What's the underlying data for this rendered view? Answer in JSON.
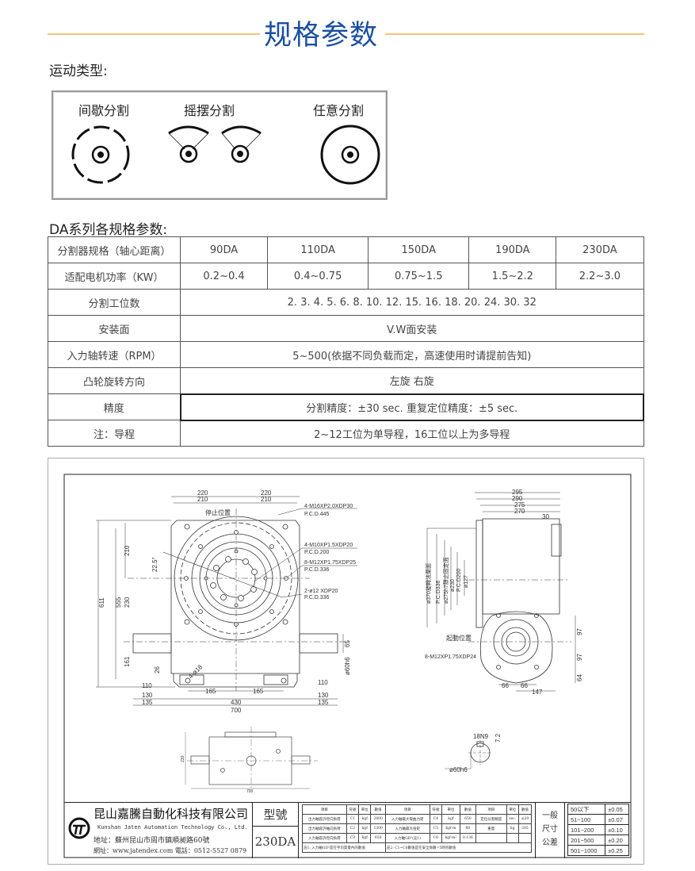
{
  "header": {
    "title": "规格参数",
    "accent": "#f6c27a",
    "title_color": "#1b4fa0"
  },
  "motion": {
    "label": "运动类型:",
    "types": [
      "间歇分割",
      "摇摆分割",
      "任意分割"
    ]
  },
  "spec": {
    "label": "DA系列各规格参数:",
    "rows": [
      {
        "h": "分割器规格（轴心距离）",
        "v": [
          "90DA",
          "110DA",
          "150DA",
          "190DA",
          "230DA"
        ]
      },
      {
        "h": "适配电机功率（KW）",
        "v": [
          "0.2~0.4",
          "0.4~0.75",
          "0.75~1.5",
          "1.5~2.2",
          "2.2~3.0"
        ]
      },
      {
        "h": "分割工位数",
        "v": [
          "2. 3. 4. 5. 6. 8. 10. 12. 15. 16. 18. 20. 24. 30. 32"
        ]
      },
      {
        "h": "安装面",
        "v": [
          "V.W面安装"
        ]
      },
      {
        "h": "入力轴转速（RPM）",
        "v": [
          "5~500(依据不同负载而定，高速使用时请提前告知)"
        ]
      },
      {
        "h": "凸轮旋转方向",
        "v": [
          "左旋  右旋"
        ]
      },
      {
        "h": "精度",
        "v": [
          "分割精度：±30 sec. 重复定位精度：±5 sec."
        ]
      },
      {
        "h": "注：导程",
        "v": [
          "2~12工位为单导程，16工位以上为多导程"
        ]
      }
    ]
  },
  "drawing": {
    "front": {
      "d220a": "220",
      "d220b": "220",
      "d210a": "210",
      "d210b": "210",
      "stop": "停止位置",
      "n1": "4-M16XP2.0XDP30",
      "p1": "P.C.D.445",
      "n2": "4-M10XP1.5XDP20",
      "p2": "P.C.D.200",
      "n3": "8-M12XP1.75XDP25",
      "p3": "P.C.D.336",
      "n4": "2-ø12 XDP20",
      "p4": "P.C.D.336",
      "ang": "22.5°",
      "d611": "611",
      "d555": "555",
      "d230": "230",
      "d210": "210",
      "d161": "161",
      "d26": "26",
      "d18": "4-ø18",
      "d65": "65",
      "d60": "ø60h6",
      "d110a": "110",
      "d130a": "130",
      "d135a": "135",
      "d165a": "165",
      "d165b": "165",
      "d430": "430",
      "d700": "700",
      "d110b": "110",
      "d130b": "130",
      "d135b": "135"
    },
    "side": {
      "d295": "295",
      "d290": "290",
      "d275": "275",
      "d270": "270",
      "d30": "30",
      "dia370": "ø370旋轉法蘭面",
      "pcd336": "P.C.D336",
      "dia275": "ø275h7靜止固定面",
      "dia230": "ø230",
      "pcd200": "P.C.D200",
      "dia127": "ø127",
      "start": "起動位置",
      "holes": "8-M12XP1.75XDP24",
      "d97a": "97",
      "d97b": "97",
      "d64": "64",
      "d66a": "66",
      "d66b": "66",
      "d147": "147"
    },
    "bottom": {
      "d700": "700",
      "d230": "230"
    },
    "shaft": {
      "key": "18N9",
      "d72": "7.2",
      "dia": "ø60h6"
    },
    "titleblock": {
      "company": "昆山嘉騰自動化科技有限公司",
      "company_en": "Kunshan Jaten Automation Technology Co., Ltd.",
      "address": "地址：蘇州昆山市周市鎮順昶路60號",
      "web": "網址：www.jatendex.com  電話：0512-5527 0879",
      "model_label": "型號",
      "model": "230DA",
      "params_header": [
        "項目",
        "符號",
        "單位",
        "數值",
        "項目",
        "符號",
        "單位",
        "數值",
        "項目",
        "單位",
        "數值"
      ],
      "params_rows": [
        [
          "出力軸容許徑向負荷",
          "C1",
          "kgf",
          "2800",
          "入力軸最大彎曲力矩",
          "C4",
          "kgf",
          "650",
          "定位分割精度",
          "sec.",
          "≤20"
        ],
        [
          "出力軸容許軸向負荷",
          "C2",
          "kgf",
          "1300",
          "入力軸最大扭矩",
          "C5",
          "kgf·m",
          "80",
          "重量",
          "kg",
          "285"
        ],
        [
          "入力軸容許徑向負荷",
          "C3",
          "kgf",
          "650",
          "入力軸GD²(註1)",
          "C6",
          "kgf·m²",
          "0.136",
          "",
          "",
          ""
        ]
      ],
      "notes": [
        "註1: 入力軸GD²是在平均質量內的數值",
        "註2: C1~C6數值是在安全係數=5時的數值"
      ],
      "tol_label": [
        "一般",
        "尺寸",
        "公差"
      ],
      "tolerances": [
        [
          "50以下",
          "±0.05"
        ],
        [
          "51~100",
          "±0.07"
        ],
        [
          "101~200",
          "±0.10"
        ],
        [
          "201~500",
          "±0.20"
        ],
        [
          "501~1000",
          "±0.25"
        ]
      ]
    }
  }
}
